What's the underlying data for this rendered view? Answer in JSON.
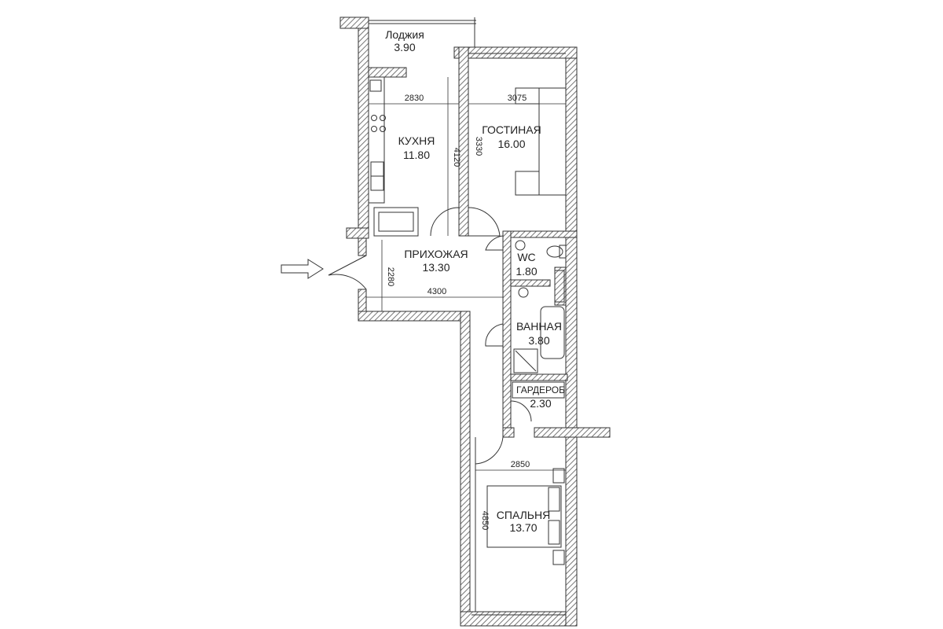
{
  "plan": {
    "rooms": [
      {
        "id": "loggia",
        "name": "Лоджия",
        "area": "3.90"
      },
      {
        "id": "kitchen",
        "name": "КУХНЯ",
        "area": "11.80"
      },
      {
        "id": "living",
        "name": "ГОСТИНАЯ",
        "area": "16.00"
      },
      {
        "id": "hall",
        "name": "ПРИХОЖАЯ",
        "area": "13.30"
      },
      {
        "id": "wc",
        "name": "WC",
        "area": "1.80"
      },
      {
        "id": "bath",
        "name": "ВАННАЯ",
        "area": "3.80"
      },
      {
        "id": "wardrobe",
        "name": "ГАРДЕРОБ",
        "area": "2.30"
      },
      {
        "id": "bedroom",
        "name": "СПАЛЬНЯ",
        "area": "13.70"
      }
    ],
    "dimensions": [
      "2830",
      "3075",
      "4120",
      "3330",
      "2280",
      "4300",
      "2850",
      "4850"
    ],
    "colors": {
      "wall": "#555555",
      "hatch": "#9a9a9a",
      "line": "#222222"
    },
    "icons": [
      "entry-arrow-icon"
    ]
  }
}
